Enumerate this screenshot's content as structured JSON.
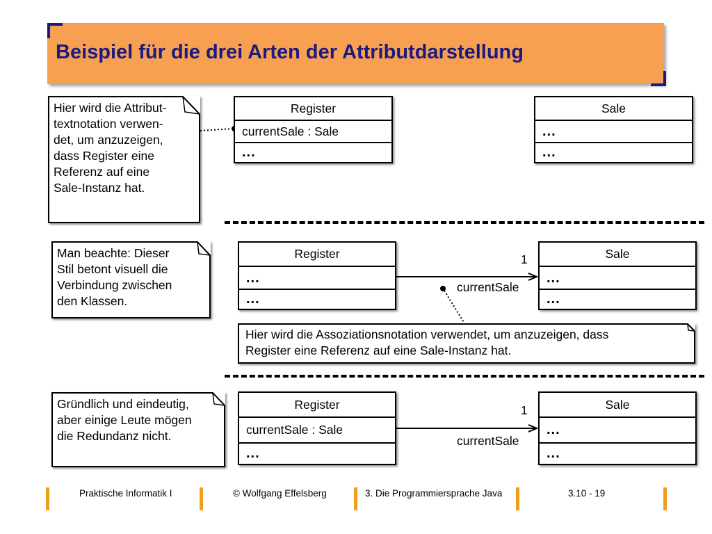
{
  "title": "Beispiel für die drei Arten der Attributdarstellung",
  "colors": {
    "title_bg": "#f8a052",
    "title_text": "#1a1a80",
    "footer_bar": "#f39c1e"
  },
  "section1": {
    "note": [
      "Hier wird die Attribut-",
      "textnotation verwen-",
      "det, um anzuzeigen,",
      "dass Register eine",
      "Referenz auf eine",
      "Sale-Instanz hat."
    ],
    "register": {
      "name": "Register",
      "attr": "currentSale : Sale",
      "ops": "..."
    },
    "sale": {
      "name": "Sale",
      "attr": "...",
      "ops": "..."
    }
  },
  "section2": {
    "note": [
      "Man beachte: Dieser",
      "Stil betont visuell die",
      "Verbindung zwischen",
      "den Klassen."
    ],
    "register": {
      "name": "Register",
      "attr": "...",
      "ops": "..."
    },
    "sale": {
      "name": "Sale",
      "attr": "...",
      "ops": "..."
    },
    "multiplicity": "1",
    "role": "currentSale",
    "note2": [
      "Hier wird die Assoziationsnotation verwendet, um anzuzeigen, dass",
      "Register eine Referenz auf eine Sale-Instanz hat."
    ]
  },
  "section3": {
    "note": [
      "Gründlich und eindeutig,",
      "aber einige Leute mögen",
      "die Redundanz nicht."
    ],
    "register": {
      "name": "Register",
      "attr": "currentSale : Sale",
      "ops": "..."
    },
    "sale": {
      "name": "Sale",
      "attr": "...",
      "ops": "..."
    },
    "multiplicity": "1",
    "role": "currentSale"
  },
  "footer": {
    "course": "Praktische Informatik I",
    "author": "© Wolfgang Effelsberg",
    "chapter": "3. Die Programmiersprache Java",
    "page": "3.10 - 19"
  }
}
